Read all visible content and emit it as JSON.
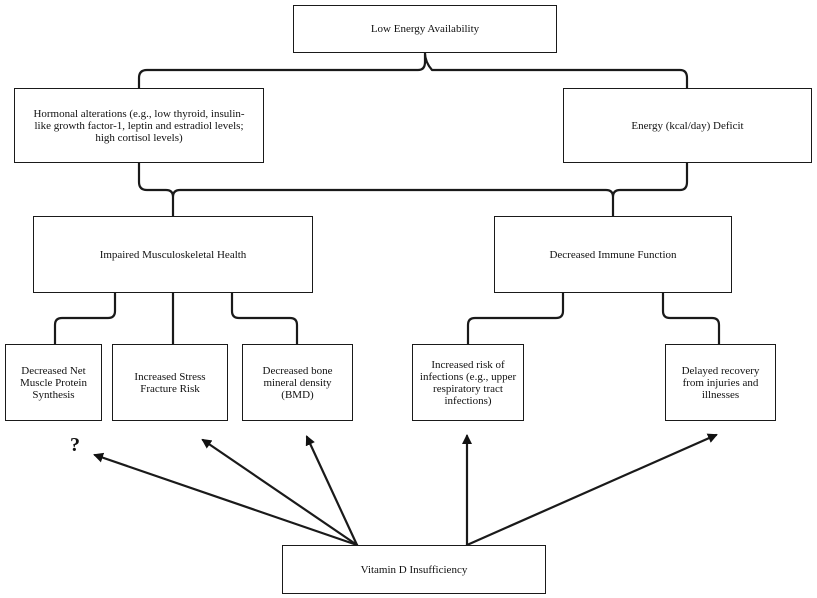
{
  "nodes": {
    "low_energy": "Low Energy Availability",
    "hormonal": "Hormonal alterations (e.g., low thyroid, insulin-like growth factor-1,  leptin  and estradiol levels; high cortisol levels)",
    "energy_deficit": "Energy (kcal/day)  Deficit",
    "musculoskeletal": "Impaired Musculoskeletal Health",
    "immune": "Decreased Immune Function",
    "muscle_protein": "Decreased Net Muscle Protein Synthesis",
    "stress_fracture": "Increased Stress Fracture Risk",
    "bmd": "Decreased bone mineral density (BMD)",
    "infections": "Increased risk of infections (e.g., upper respiratory tract infections)",
    "recovery": "Delayed recovery from injuries and illnesses",
    "vitamin_d": "Vitamin D Insufficiency"
  },
  "unknown_marker": "?"
}
